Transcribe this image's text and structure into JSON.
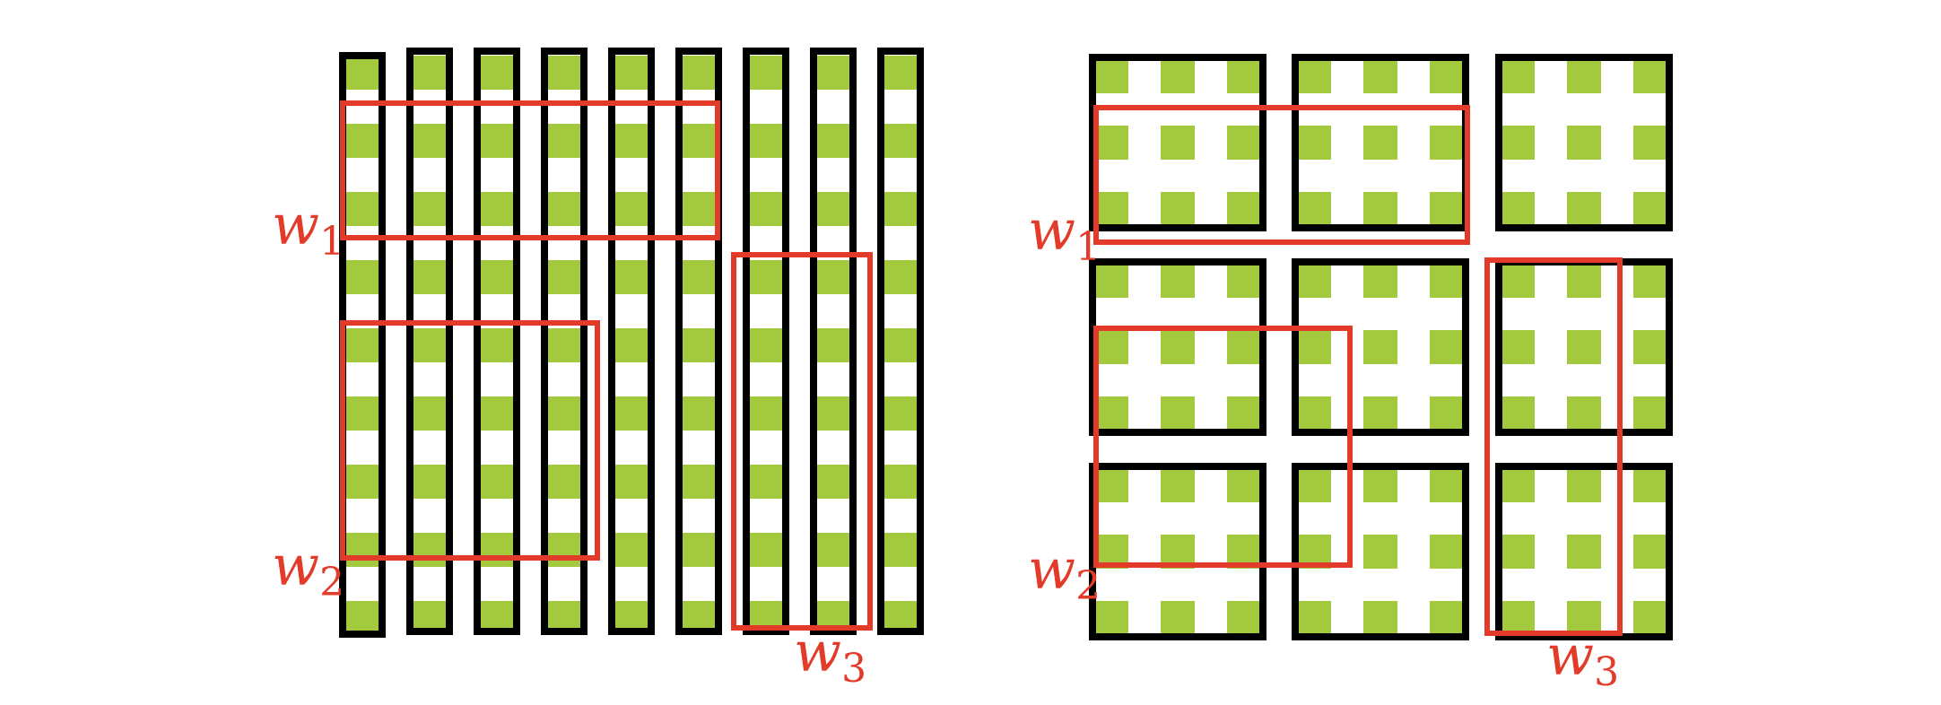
{
  "colors": {
    "cell": "#a3c93e",
    "frame": "#000000",
    "window": "#e33b2a",
    "background": "#ffffff"
  },
  "left_panel": {
    "strip_count": 9,
    "cells_per_strip": 17,
    "windows": [
      {
        "name": "w",
        "sub": "1"
      },
      {
        "name": "w",
        "sub": "2"
      },
      {
        "name": "w",
        "sub": "3"
      }
    ]
  },
  "right_panel": {
    "block_rows": 3,
    "block_cols": 3,
    "cells_per_block": "3x3",
    "windows": [
      {
        "name": "w",
        "sub": "1"
      },
      {
        "name": "w",
        "sub": "2"
      },
      {
        "name": "w",
        "sub": "3"
      }
    ]
  }
}
